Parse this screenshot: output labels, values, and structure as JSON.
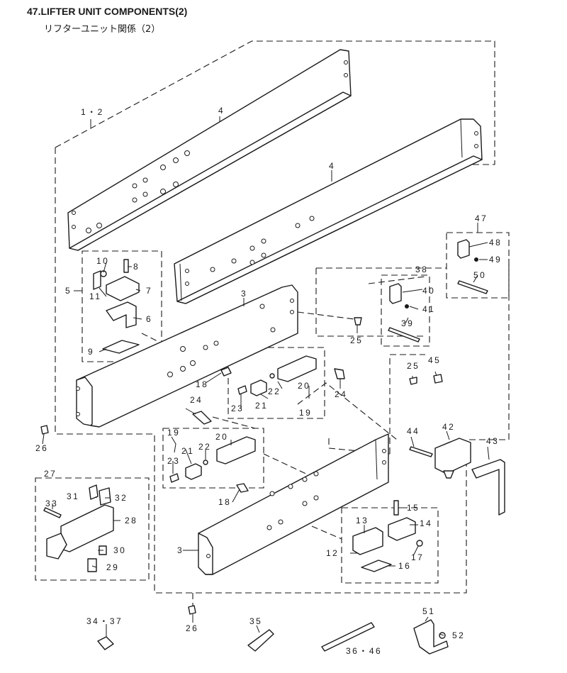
{
  "title": "47.LIFTER UNIT COMPONENTS(2)",
  "subtitle": "リフターユニット関係（2）",
  "callouts": {
    "c1_2": "1・2",
    "c3a": "3",
    "c3b": "3",
    "c4a": "4",
    "c4b": "4",
    "c5": "5",
    "c6": "6",
    "c7": "7",
    "c8": "8",
    "c9": "9",
    "c10": "10",
    "c11": "11",
    "c12": "12",
    "c13": "13",
    "c14": "14",
    "c15": "15",
    "c16": "16",
    "c17": "17",
    "c18a": "18",
    "c18b": "18",
    "c19a": "19",
    "c19b": "19",
    "c20a": "20",
    "c20b": "20",
    "c21a": "21",
    "c21b": "21",
    "c22a": "22",
    "c22b": "22",
    "c23a": "23",
    "c23b": "23",
    "c24a": "24",
    "c24b": "24",
    "c25a": "25",
    "c25b": "25",
    "c26a": "26",
    "c26b": "26",
    "c27": "27",
    "c28": "28",
    "c29": "29",
    "c30": "30",
    "c31": "31",
    "c32": "32",
    "c33": "33",
    "c34_37": "34・37",
    "c35": "35",
    "c36_46": "36・46",
    "c38": "38",
    "c39": "39",
    "c40": "40",
    "c41": "41",
    "c42": "42",
    "c43": "43",
    "c44": "44",
    "c45": "45",
    "c47": "47",
    "c48": "48",
    "c49": "49",
    "c50": "50",
    "c51": "51",
    "c52": "52"
  }
}
